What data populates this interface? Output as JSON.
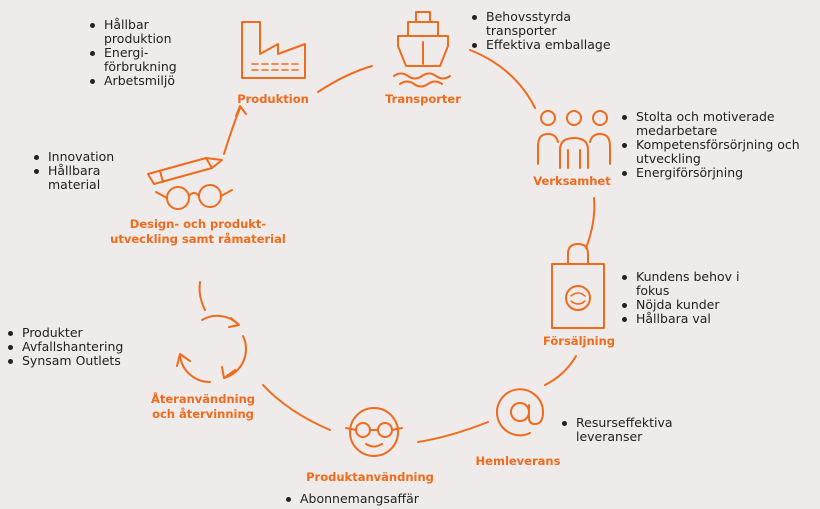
{
  "colors": {
    "accent": "#f26a1b",
    "text": "#222222",
    "background": "#eeebea"
  },
  "stages": [
    {
      "id": "produktion",
      "icon": "factory-icon",
      "label_lines": [
        "Produktion"
      ],
      "bullets": [
        "Hållbar produktion",
        "Energi-förbrukning",
        "Arbetsmiljö"
      ]
    },
    {
      "id": "transporter",
      "icon": "ship-icon",
      "label_lines": [
        "Transporter"
      ],
      "bullets": [
        "Behovsstyrda transporter",
        "Effektiva emballage"
      ]
    },
    {
      "id": "verksamhet",
      "icon": "people-icon",
      "label_lines": [
        "Verksamhet"
      ],
      "bullets": [
        "Stolta och motiverade medarbetare",
        "Kompetensförsörjning och utveckling",
        "Energiförsörjning"
      ]
    },
    {
      "id": "forsaljning",
      "icon": "shopping-bag-icon",
      "label_lines": [
        "Försäljning"
      ],
      "bullets": [
        "Kundens behov i fokus",
        "Nöjda kunder",
        "Hållbara val"
      ]
    },
    {
      "id": "hemleverans",
      "icon": "at-sign-icon",
      "label_lines": [
        "Hemleverans"
      ],
      "bullets": [
        "Resurseffektiva leveranser"
      ]
    },
    {
      "id": "produktanvandning",
      "icon": "glasses-face-icon",
      "label_lines": [
        "Produktanvändning"
      ],
      "bullets": [
        "Abonnemangsaffär"
      ]
    },
    {
      "id": "ateranvandning",
      "icon": "recycle-arrows-icon",
      "label_lines": [
        "Återanvändning",
        "och återvinning"
      ],
      "bullets": [
        "Produkter",
        "Avfallshantering",
        "Synsam Outlets"
      ]
    },
    {
      "id": "design",
      "icon": "pencil-glasses-icon",
      "label_lines": [
        "Design- och produkt-",
        "utveckling samt råmaterial"
      ],
      "bullets": [
        "Innovation",
        "Hållbara material"
      ]
    }
  ]
}
